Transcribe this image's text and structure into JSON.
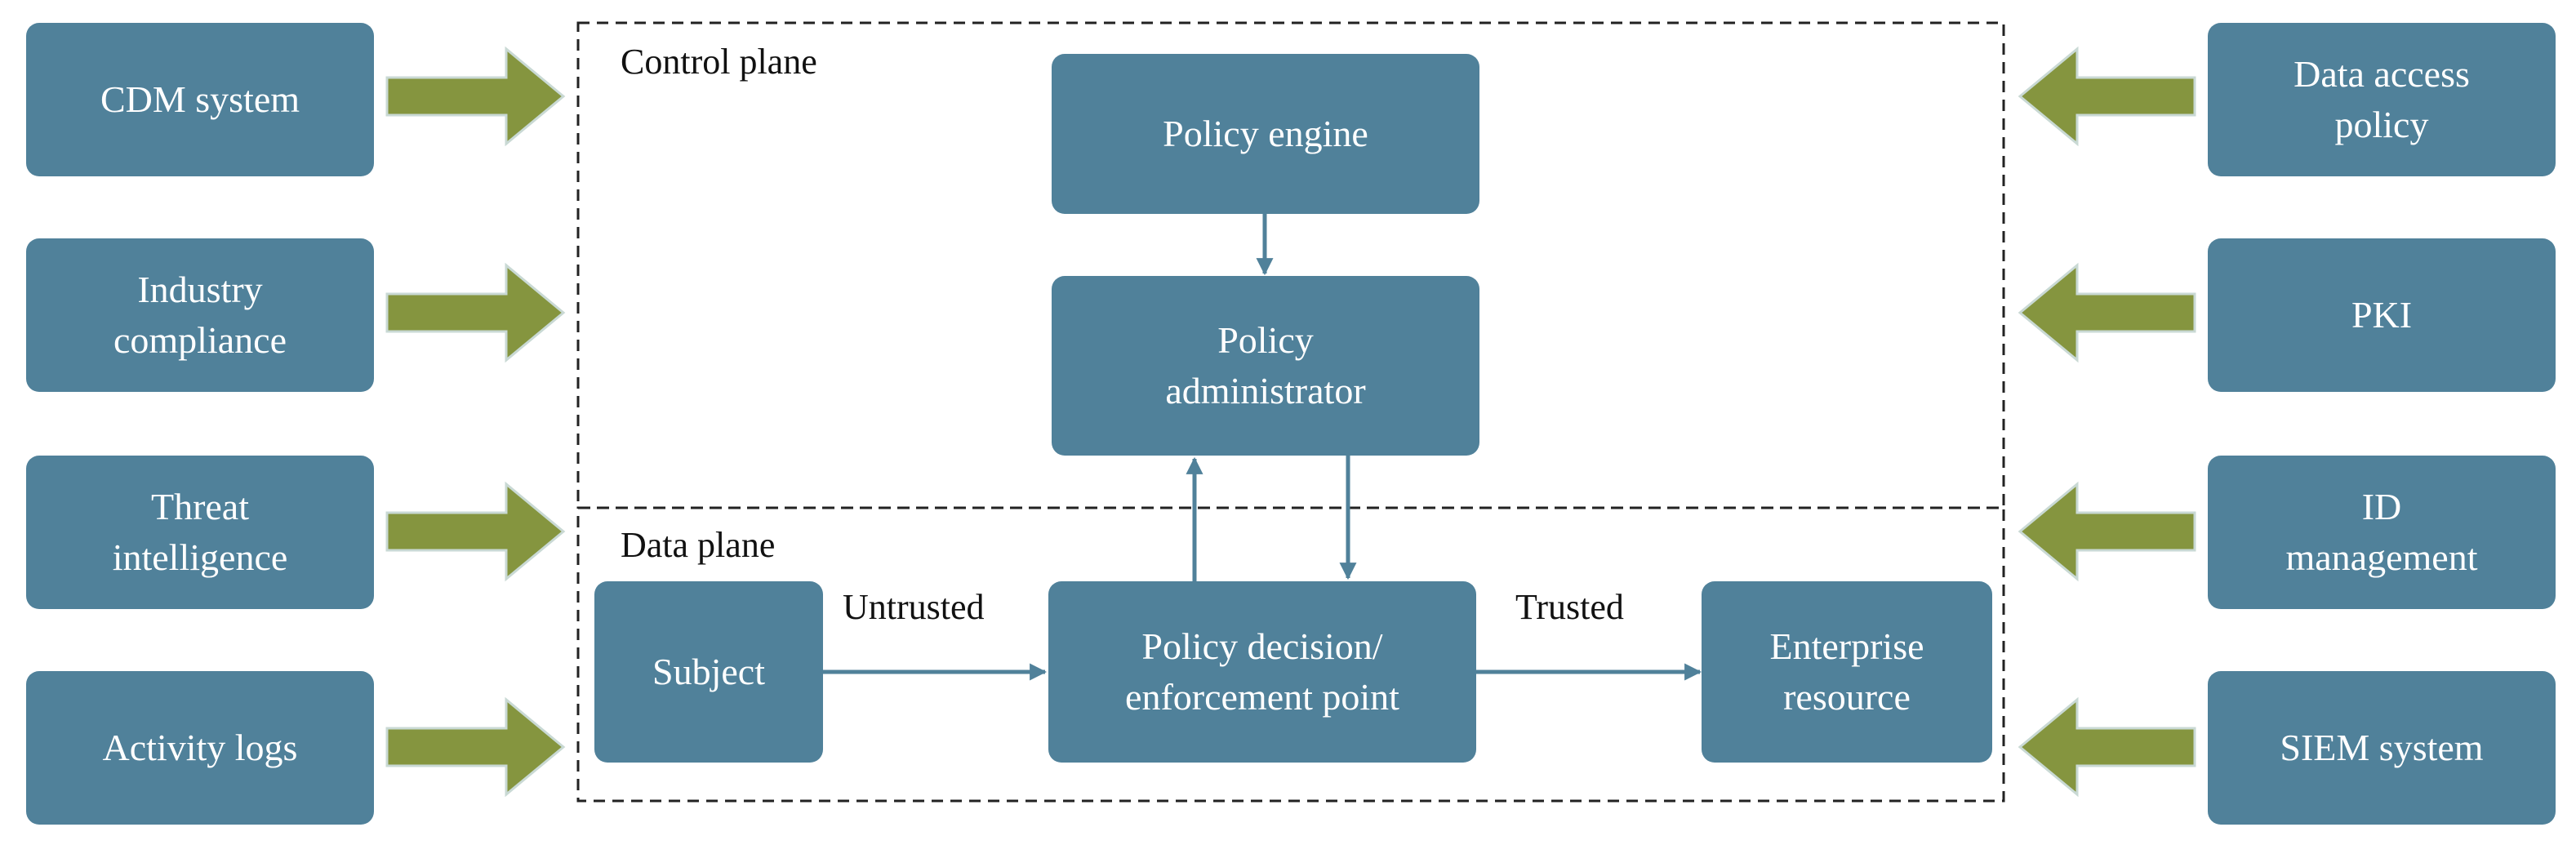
{
  "colors": {
    "box_fill": "#50819a",
    "box_text": "#ffffff",
    "input_arrow_fill": "#85953f",
    "input_arrow_stroke": "#c9d9d4",
    "connector": "#50819a",
    "plane_border": "#222222"
  },
  "left_inputs": [
    {
      "label": "CDM system"
    },
    {
      "label": "Industry\ncompliance"
    },
    {
      "label": "Threat\nintelligence"
    },
    {
      "label": "Activity logs"
    }
  ],
  "right_inputs": [
    {
      "label": "Data access\npolicy"
    },
    {
      "label": "PKI"
    },
    {
      "label": "ID\nmanagement"
    },
    {
      "label": "SIEM system"
    }
  ],
  "control_plane": {
    "title": "Control plane",
    "policy_engine": "Policy engine",
    "policy_administrator": "Policy\nadministrator"
  },
  "data_plane": {
    "title": "Data plane",
    "subject": "Subject",
    "pep": "Policy decision/\nenforcement point",
    "resource": "Enterprise\nresource",
    "untrusted_label": "Untrusted",
    "trusted_label": "Trusted"
  }
}
